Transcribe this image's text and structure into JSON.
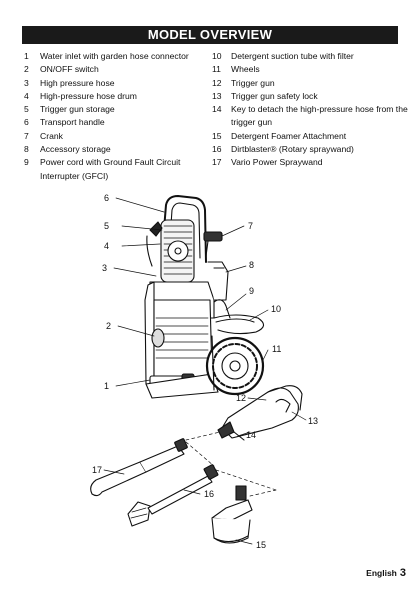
{
  "title": "MODEL OVERVIEW",
  "items_left": [
    {
      "num": "1",
      "text": "Water inlet with garden hose connector"
    },
    {
      "num": "2",
      "text": "ON/OFF switch"
    },
    {
      "num": "3",
      "text": "High pressure hose"
    },
    {
      "num": "4",
      "text": "High-pressure hose drum"
    },
    {
      "num": "5",
      "text": "Trigger gun storage"
    },
    {
      "num": "6",
      "text": "Transport handle"
    },
    {
      "num": "7",
      "text": "Crank"
    },
    {
      "num": "8",
      "text": "Accessory storage"
    },
    {
      "num": "9",
      "text": "Power cord with Ground Fault Circuit Interrupter (GFCI)"
    }
  ],
  "items_right": [
    {
      "num": "10",
      "text": "Detergent suction tube with filter"
    },
    {
      "num": "11",
      "text": "Wheels"
    },
    {
      "num": "12",
      "text": "Trigger gun"
    },
    {
      "num": "13",
      "text": "Trigger gun safety lock"
    },
    {
      "num": "14",
      "text": "Key to detach the high-pressure hose from the trigger gun"
    },
    {
      "num": "15",
      "text": "Detergent Foamer Attachment"
    },
    {
      "num": "16",
      "text": "Dirtblaster® (Rotary spraywand)"
    },
    {
      "num": "17",
      "text": "Vario Power Spraywand"
    }
  ],
  "callouts": {
    "c1": "1",
    "c2": "2",
    "c3": "3",
    "c4": "4",
    "c5": "5",
    "c6": "6",
    "c7": "7",
    "c8": "8",
    "c9": "9",
    "c10": "10",
    "c11": "11",
    "c12": "12",
    "c13": "13",
    "c14": "14",
    "c15": "15",
    "c16": "16",
    "c17": "17"
  },
  "footer": {
    "language": "English",
    "page": "3"
  }
}
